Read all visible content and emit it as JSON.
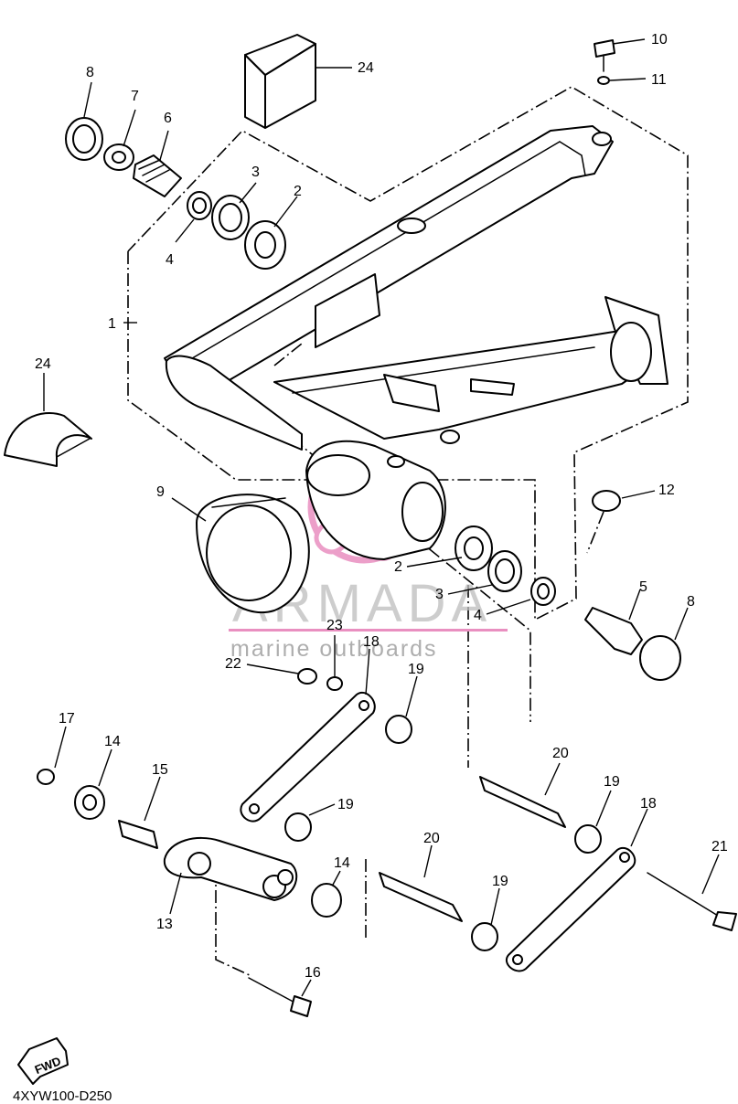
{
  "diagram": {
    "watermark": {
      "brand": "ARMADA",
      "tagline": "marine outboards",
      "accent_color": "#e98fc0"
    },
    "drawing_code": "4XYW100-D250",
    "fwd_label": "FWD",
    "callouts": [
      {
        "id": "c10",
        "label": "10"
      },
      {
        "id": "c11",
        "label": "11"
      },
      {
        "id": "c24a",
        "label": "24"
      },
      {
        "id": "c8a",
        "label": "8"
      },
      {
        "id": "c7",
        "label": "7"
      },
      {
        "id": "c6",
        "label": "6"
      },
      {
        "id": "c3a",
        "label": "3"
      },
      {
        "id": "c2a",
        "label": "2"
      },
      {
        "id": "c4a",
        "label": "4"
      },
      {
        "id": "c1",
        "label": "1"
      },
      {
        "id": "c24b",
        "label": "24"
      },
      {
        "id": "c9",
        "label": "9"
      },
      {
        "id": "c12",
        "label": "12"
      },
      {
        "id": "c2b",
        "label": "2"
      },
      {
        "id": "c3b",
        "label": "3"
      },
      {
        "id": "c4b",
        "label": "4"
      },
      {
        "id": "c5",
        "label": "5"
      },
      {
        "id": "c8b",
        "label": "8"
      },
      {
        "id": "c23",
        "label": "23"
      },
      {
        "id": "c18a",
        "label": "18"
      },
      {
        "id": "c22",
        "label": "22"
      },
      {
        "id": "c19a",
        "label": "19"
      },
      {
        "id": "c17",
        "label": "17"
      },
      {
        "id": "c14a",
        "label": "14"
      },
      {
        "id": "c15",
        "label": "15"
      },
      {
        "id": "c20a",
        "label": "20"
      },
      {
        "id": "c19b",
        "label": "19"
      },
      {
        "id": "c19c",
        "label": "19"
      },
      {
        "id": "c18b",
        "label": "18"
      },
      {
        "id": "c20b",
        "label": "20"
      },
      {
        "id": "c14b",
        "label": "14"
      },
      {
        "id": "c21",
        "label": "21"
      },
      {
        "id": "c13",
        "label": "13"
      },
      {
        "id": "c19d",
        "label": "19"
      },
      {
        "id": "c16",
        "label": "16"
      }
    ]
  }
}
